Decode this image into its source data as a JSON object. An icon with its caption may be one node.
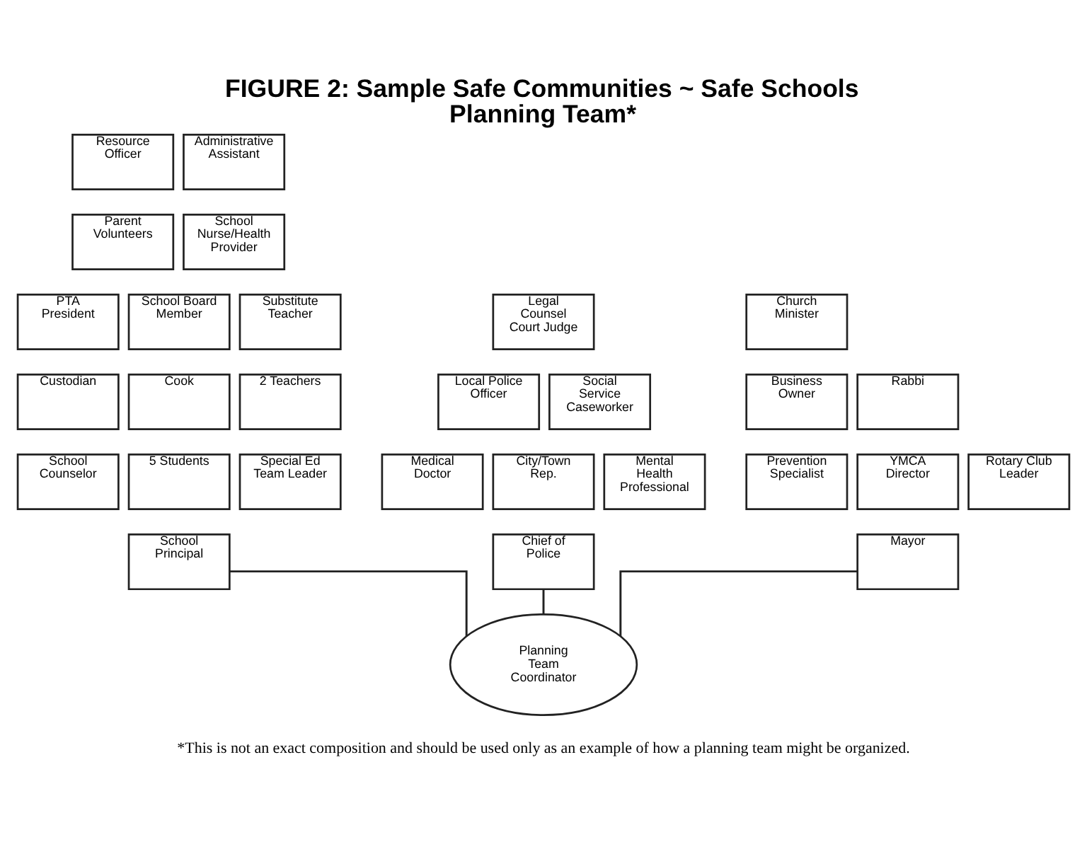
{
  "diagram": {
    "title": "FIGURE 2: Sample Safe Communities ~ Safe Schools Planning Team*",
    "caption": "*This is not an exact composition and should be used only as an example of how a planning team might be organized.",
    "nodes": [
      {
        "text": [
          "Resource Officer"
        ]
      },
      {
        "text": [
          "Administrative Assistant"
        ]
      },
      {
        "text": [
          "Parent Volunteers"
        ]
      },
      {
        "text": [
          "School Nurse/Health Provider"
        ]
      },
      {
        "text": [
          "PTA President"
        ]
      },
      {
        "text": [
          "School Board Member"
        ]
      },
      {
        "text": [
          "Substitute Teacher"
        ]
      },
      {
        "text": [
          "Custodian"
        ]
      },
      {
        "text": [
          "Cook"
        ]
      },
      {
        "text": [
          "2 Teachers"
        ]
      },
      {
        "text": [
          "School Counselor"
        ]
      },
      {
        "text": [
          "5 Students"
        ]
      },
      {
        "text": [
          "Special Ed Team Leader"
        ]
      },
      {
        "text": [
          "School Principal"
        ]
      },
      {
        "text": [
          "Legal Counsel Court Judge"
        ]
      },
      {
        "text": [
          "Local Police Officer"
        ]
      },
      {
        "text": [
          "Social Service Caseworker"
        ]
      },
      {
        "text": [
          "Medical Doctor"
        ]
      },
      {
        "text": [
          "City/Town Rep."
        ]
      },
      {
        "text": [
          "Mental Health Professional"
        ]
      },
      {
        "text": [
          "Chief of Police"
        ]
      },
      {
        "text": [
          "Church Minister"
        ]
      },
      {
        "text": [
          "Business Owner"
        ]
      },
      {
        "text": [
          "Rabbi"
        ]
      },
      {
        "text": [
          "Prevention Specialist"
        ]
      },
      {
        "text": [
          "YMCA Director"
        ]
      },
      {
        "text": [
          "Rotary Club Leader"
        ]
      },
      {
        "text": [
          "Mayor"
        ]
      },
      {
        "text": [
          "Planning Team Coordinator"
        ]
      }
    ],
    "edges": [
      {
        "from": 13,
        "to": 28,
        "arrow": "none"
      },
      {
        "from": 20,
        "to": 28,
        "arrow": "none"
      },
      {
        "from": 27,
        "to": 28,
        "arrow": "none"
      }
    ]
  }
}
